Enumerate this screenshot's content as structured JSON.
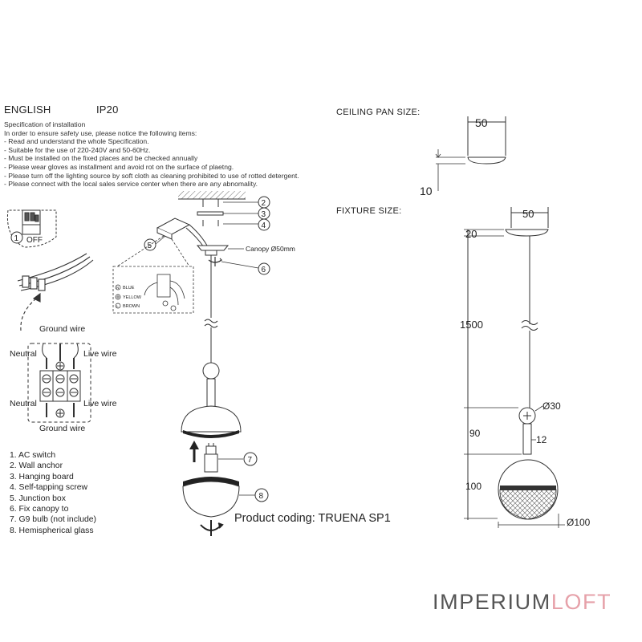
{
  "header": {
    "language": "ENGLISH",
    "ip_rating": "IP20",
    "ceiling_pan_size": "CEILING PAN  SIZE:",
    "fixture_size": "FIXTURE SIZE:"
  },
  "spec": {
    "title": "Specification of installation",
    "lines": [
      "In order to ensure safety use, please notice the following items:",
      "- Read and understand the whole Specification.",
      "- Suitable for the use of 220-240V and 50-60Hz.",
      "- Must be installed on the fixed places and be checked annually",
      "- Please wear gloves as installment and avoid rot on the surface of plaetng.",
      "- Please turn off the lighting source by soft cloth as cleaning prohibited to use of rotted detergent.",
      "- Please connect with the local sales service center when there are any abnomality."
    ]
  },
  "switch": {
    "number": "1",
    "label": "OFF"
  },
  "wiring": {
    "ground_top": "Ground wire",
    "neutral_top": "Neutral",
    "live_top": "Live wire",
    "neutral_bottom": "Neutral",
    "live_bottom": "Live wire",
    "ground_bottom": "Ground wire"
  },
  "wire_legend": {
    "n": "N",
    "n_label": "BLUE",
    "g_label": "YELLOW",
    "l": "L",
    "l_label": "BROWN"
  },
  "callouts": {
    "c2": "2",
    "c3": "3",
    "c4": "4",
    "c5": "5",
    "c6": "6",
    "c7": "7",
    "c8": "8",
    "canopy": "Canopy Ø50mm"
  },
  "parts": [
    "1. AC switch",
    "2. Wall anchor",
    "3. Hanging board",
    "4. Self-tapping screw",
    "5. Junction box",
    "6. Fix canopy to",
    "7. G9 bulb (not include)",
    "8. Hemispherical glass"
  ],
  "product_coding": "Product coding: TRUENA SP1",
  "dimensions": {
    "pan_width": "50",
    "pan_height": "10",
    "fixture_top_width": "50",
    "canopy_height": "20",
    "cord_length": "1500",
    "ball_diameter": "Ø30",
    "stem_length": "90",
    "stem_width": "12",
    "shade_height": "100",
    "shade_diameter": "Ø100"
  },
  "brand": {
    "part1": "IMPERIUM",
    "part2": "LOFT"
  }
}
